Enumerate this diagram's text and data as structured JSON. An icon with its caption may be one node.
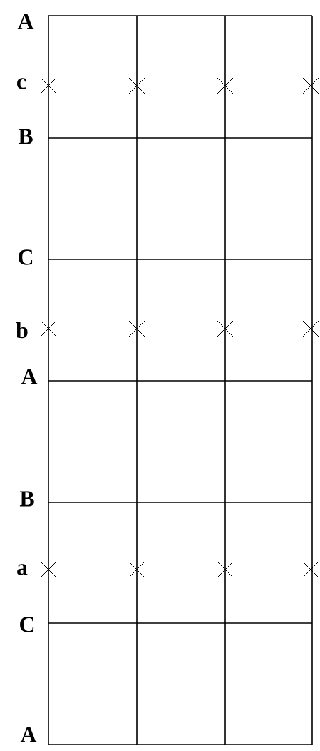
{
  "diagram": {
    "labels": [
      "A",
      "c",
      "B",
      "C",
      "b",
      "A",
      "B",
      "a",
      "C",
      "A"
    ]
  }
}
